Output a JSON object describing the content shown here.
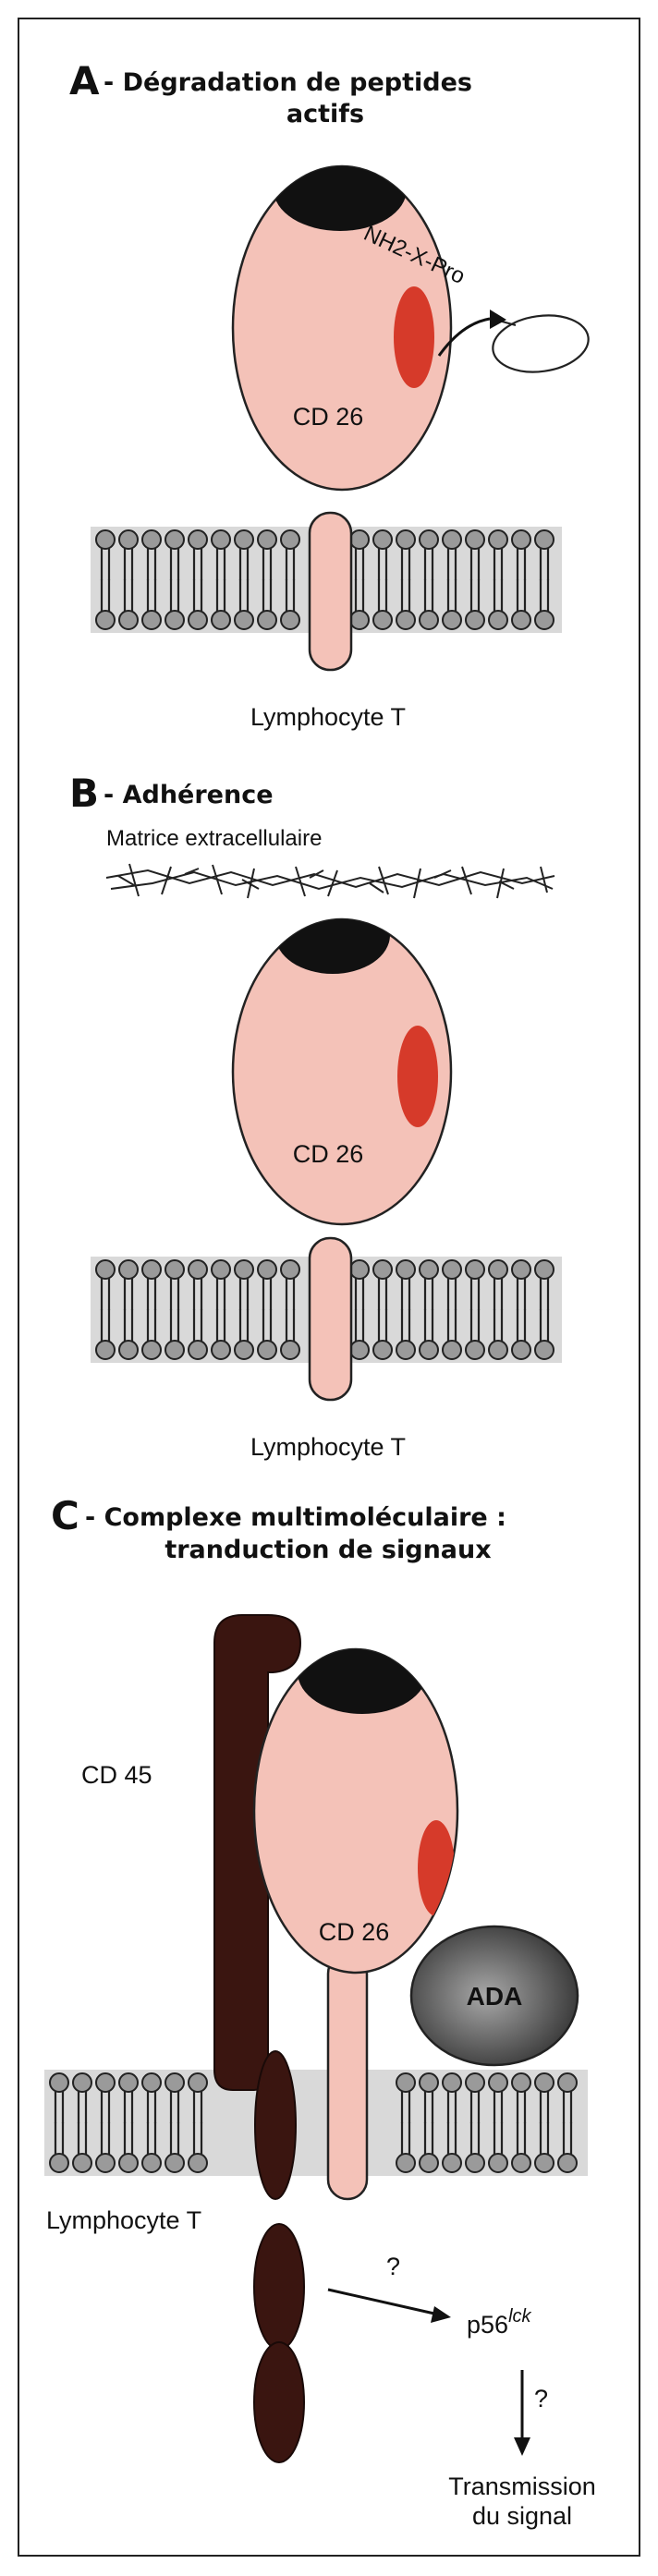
{
  "panels": {
    "a": {
      "letter": "A",
      "title_line1": "- Dégradation de peptides",
      "title_line2": "actifs",
      "protein_label": "CD 26",
      "substrate_label": "NH2-X-Pro",
      "cell_label": "Lymphocyte T"
    },
    "b": {
      "letter": "B",
      "title_line1": "- Adhérence",
      "matrix_label": "Matrice extracellulaire",
      "protein_label": "CD 26",
      "cell_label": "Lymphocyte T"
    },
    "c": {
      "letter": "C",
      "title_line1": "- Complexe multimoléculaire :",
      "title_line2": "tranduction de signaux",
      "cd45_label": "CD 45",
      "protein_label": "CD 26",
      "ada_label": "ADA",
      "cell_label": "Lymphocyte T",
      "question1": "?",
      "kinase_label": "p56",
      "kinase_sup": "lck",
      "question2": "?",
      "output_line1": "Transmission",
      "output_line2": "du signal"
    }
  },
  "colors": {
    "cd26_body": "#f4c2b8",
    "active_site": "#d63a2a",
    "cap": "#111111",
    "membrane_band": "#d9d9d9",
    "lipid_head": "#9a9a9a",
    "cd45": "#3a1510",
    "ada_outer": "#4a4a4a",
    "ada_inner": "#9a9a9a"
  }
}
